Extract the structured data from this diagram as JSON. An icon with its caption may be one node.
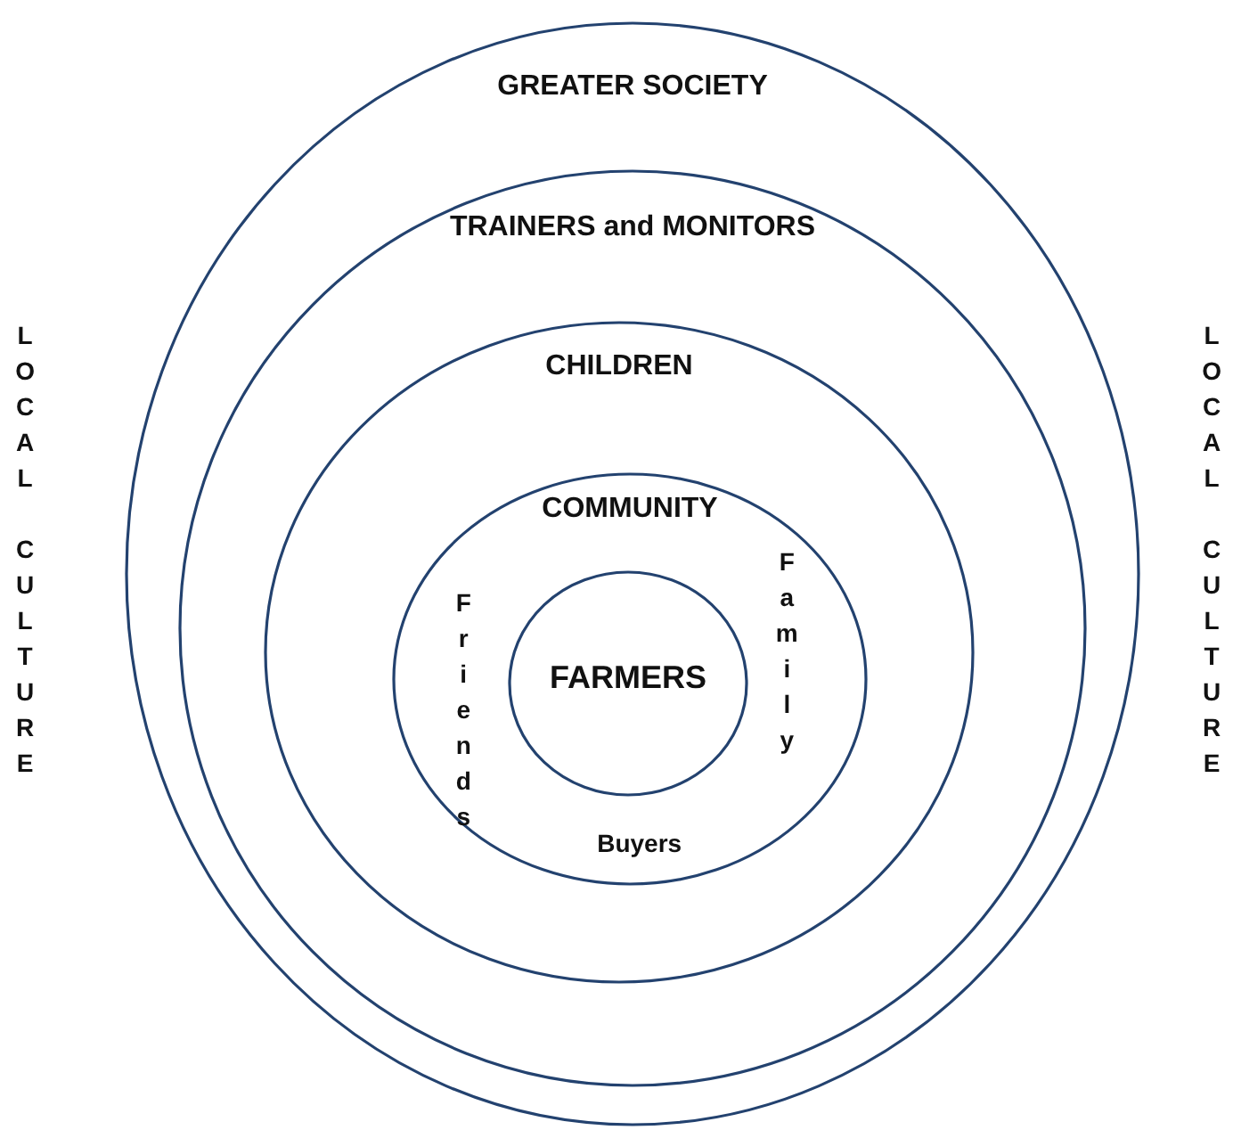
{
  "diagram": {
    "nodes": [
      {
        "text": [
          "GREATER SOCIETY"
        ]
      },
      {
        "text": [
          "TRAINERS and MONITORS"
        ],
        "in": 0
      },
      {
        "text": [
          "CHILDREN"
        ],
        "in": 1
      },
      {
        "text": [
          "COMMUNITY",
          "Friends",
          "Family",
          "Buyers"
        ],
        "in": 2
      },
      {
        "text": [
          "FARMERS"
        ],
        "in": 3
      }
    ],
    "edges": [],
    "labels": [
      "LOCAL CULTURE",
      "LOCAL CULTURE"
    ]
  }
}
